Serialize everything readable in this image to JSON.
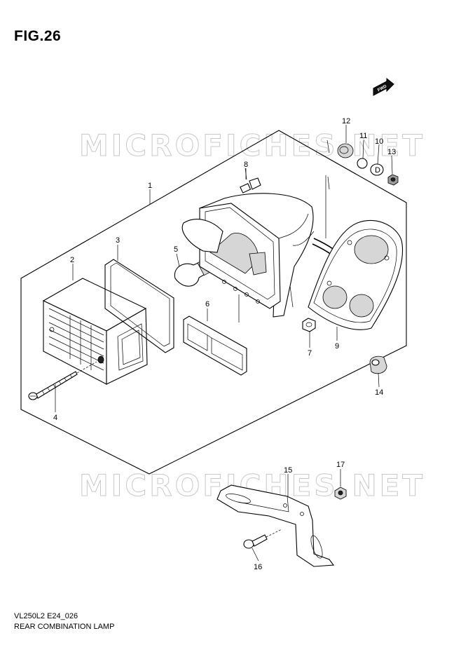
{
  "figure": {
    "title": "FIG.26",
    "model_code": "VL250L2 E24_026",
    "part_name": "REAR COMBINATION LAMP"
  },
  "watermark": "MICROFICHES.NET",
  "fwd_label": "FWD",
  "callouts": [
    "1",
    "2",
    "3",
    "4",
    "5",
    "6",
    "7",
    "8",
    "9",
    "10",
    "11",
    "12",
    "13",
    "14",
    "15",
    "16",
    "17"
  ]
}
